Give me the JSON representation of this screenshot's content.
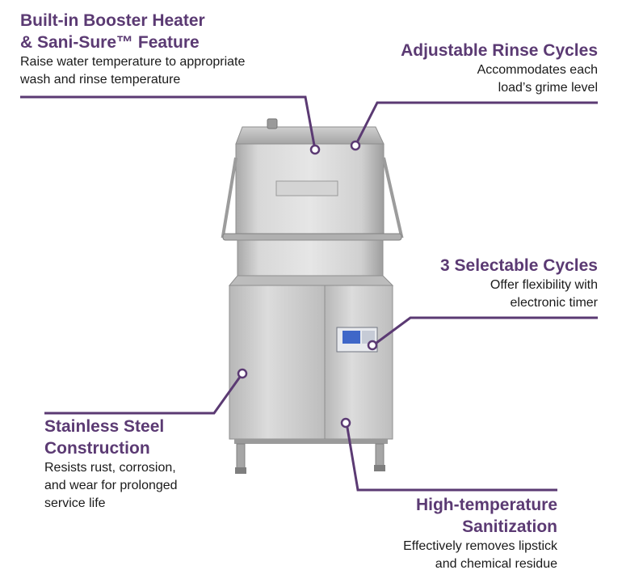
{
  "features": {
    "booster": {
      "title": "Built-in Booster Heater\n& Sani-Sure™ Feature",
      "desc": "Raise water temperature to appropriate\nwash and rinse temperature"
    },
    "rinse": {
      "title": "Adjustable Rinse Cycles",
      "desc": "Accommodates each\nload’s grime level"
    },
    "cycles": {
      "title": "3 Selectable Cycles",
      "desc": "Offer flexibility with\nelectronic timer"
    },
    "steel": {
      "title": "Stainless Steel\nConstruction",
      "desc": "Resists rust, corrosion,\nand wear for prolonged\nservice life"
    },
    "sanitize": {
      "title": "High-temperature\nSanitization",
      "desc": "Effectively removes lipstick\nand chemical residue"
    }
  },
  "colors": {
    "accent": "#5b3a73",
    "text": "#1a1a1a",
    "steel": "#c9c9c9"
  },
  "icons": {
    "marker": "callout-dot-icon"
  }
}
